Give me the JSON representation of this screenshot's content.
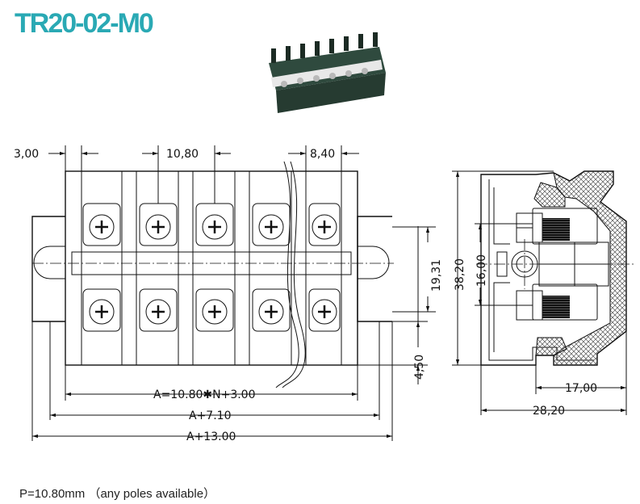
{
  "title": "TR20-02-M0",
  "footer": "P=10.80mm （any poles available）",
  "colors": {
    "title": "#2aa9b4",
    "line": "#111111",
    "photo_body": "#2f4a3e",
    "photo_strip": "#e8e8e8"
  },
  "dimensions": {
    "d300": "3,00",
    "d1080": "10,80",
    "d840": "8,40",
    "d1931": "19,31",
    "d1600": "16,00",
    "d3820": "38,20",
    "d450": "4,50",
    "d1700": "17,00",
    "d2820": "28,20",
    "formulaA": "A=10.80",
    "formulaAmid": "N+3.00",
    "formulaA710": "A+7.10",
    "formulaA1300": "A+13.00"
  },
  "poles_per_row": 5,
  "rows": 2
}
